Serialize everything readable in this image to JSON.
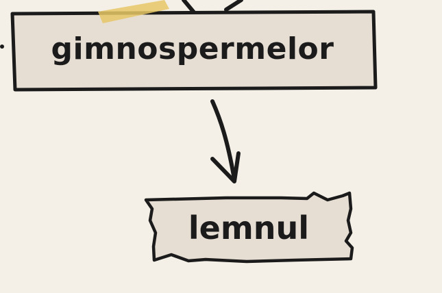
{
  "diagram": {
    "nodes": [
      {
        "id": "top",
        "label": "gimnospermelor"
      },
      {
        "id": "bottom",
        "label": "lemnul"
      }
    ],
    "edges": [
      {
        "from": "top",
        "to": "bottom"
      }
    ]
  },
  "colors": {
    "background": "#f4f0e7",
    "box_fill": "#e6ddd3",
    "ink": "#1b1b1b",
    "tape": "#e6c766"
  }
}
